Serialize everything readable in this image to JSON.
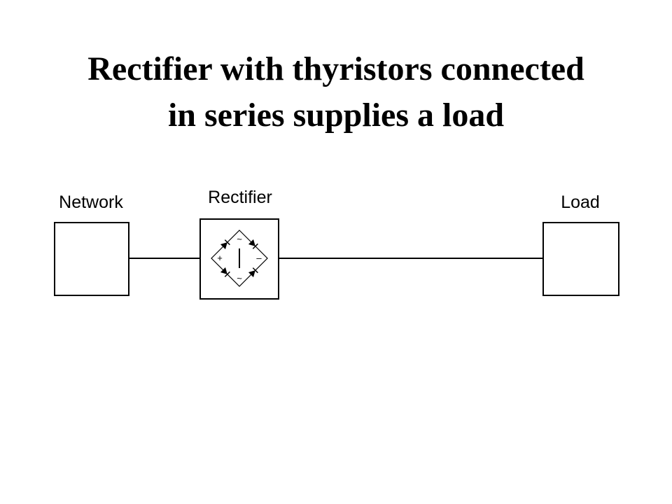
{
  "title": {
    "line1": "Rectifier with thyristors connected",
    "line2": "in series supplies a load"
  },
  "blocks": {
    "network": "Network",
    "rectifier": "Rectifier",
    "load": "Load"
  },
  "bridge_symbols": {
    "ac_top": "~",
    "ac_bottom": "~",
    "plus": "+",
    "minus": "–"
  },
  "colors": {
    "background": "#ffffff",
    "ink": "#000000"
  }
}
